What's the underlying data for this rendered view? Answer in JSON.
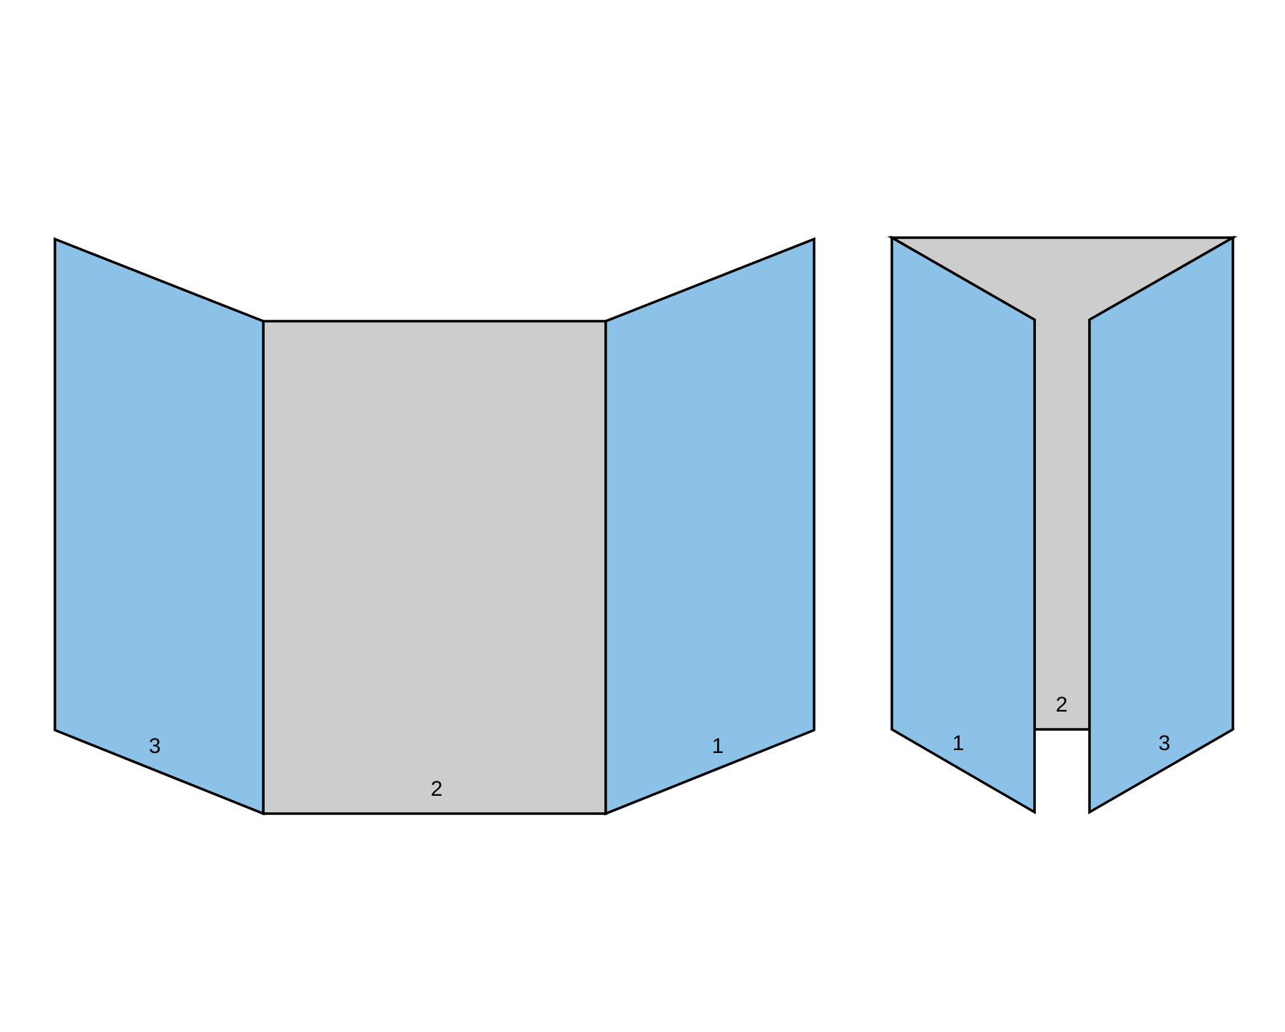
{
  "colors": {
    "outer_panel": "#8DC2E8",
    "inner_panel": "#CDCDCD",
    "outline": "#000000"
  },
  "open_view": {
    "labels": {
      "left": "3",
      "center": "2",
      "right": "1"
    }
  },
  "folded_view": {
    "labels": {
      "left": "1",
      "center": "2",
      "right": "3"
    }
  }
}
